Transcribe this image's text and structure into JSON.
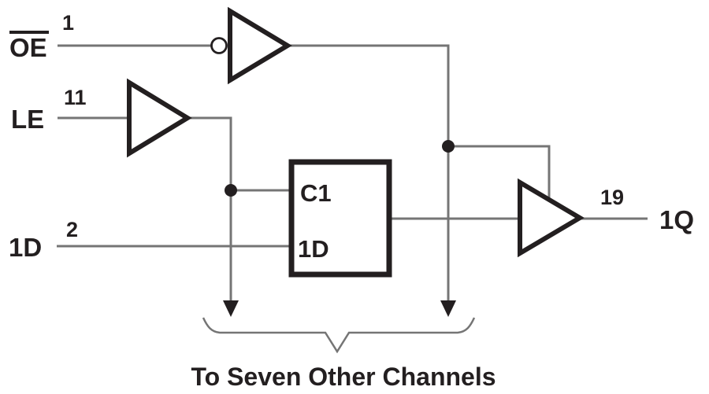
{
  "colors": {
    "wire": "#757575",
    "ink": "#231f20",
    "background": "#ffffff"
  },
  "inputs": {
    "oe": {
      "name": "OE",
      "pin": "1",
      "active_low": true
    },
    "le": {
      "name": "LE",
      "pin": "11"
    },
    "d1": {
      "name": "1D",
      "pin": "2"
    }
  },
  "output": {
    "q1": {
      "name": "1Q",
      "pin": "19"
    }
  },
  "latch": {
    "clock": "C1",
    "data": "1D"
  },
  "caption": {
    "text": "To Seven Other Channels"
  }
}
